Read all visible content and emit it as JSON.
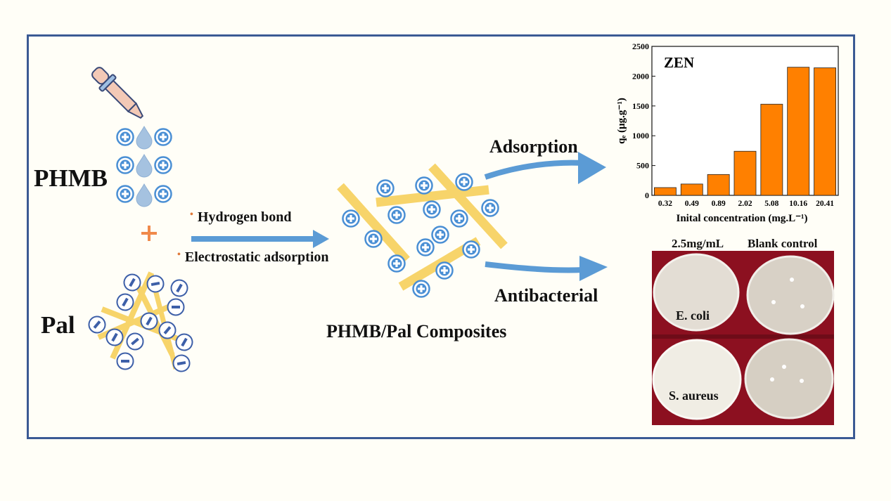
{
  "diagram": {
    "reactant1": "PHMB",
    "reactant2": "Pal",
    "plus_sign": "+",
    "conditions": [
      "Hydrogen bond",
      "Electrostatic adsorption"
    ],
    "product": "PHMB/Pal Composites",
    "outputs": [
      "Adsorption",
      "Antibacterial"
    ]
  },
  "colors": {
    "border": "#3b5a94",
    "arrow": "#5b9bd5",
    "fiber": "#f7d46a",
    "positive_ion": "#4a8fd4",
    "negative_ion": "#3d5fa8",
    "bar": "#ff8000",
    "plus": "#f08a4b",
    "agar_bg": "#8c1020"
  },
  "chart_data": {
    "type": "bar",
    "title": "ZEN",
    "xlabel": "Inital concentration (mg.L⁻¹)",
    "ylabel": "qₑ (μg.g⁻¹)",
    "categories": [
      "0.32",
      "0.49",
      "0.89",
      "2.02",
      "5.08",
      "10.16",
      "20.41"
    ],
    "values": [
      130,
      190,
      350,
      740,
      1530,
      2150,
      2140
    ],
    "ylim": [
      0,
      2500
    ],
    "yticks": [
      0,
      500,
      1000,
      1500,
      2000,
      2500
    ]
  },
  "photo": {
    "columns": [
      "2.5mg/mL",
      "Blank control"
    ],
    "rows": [
      "E. coli",
      "S. aureus"
    ]
  }
}
